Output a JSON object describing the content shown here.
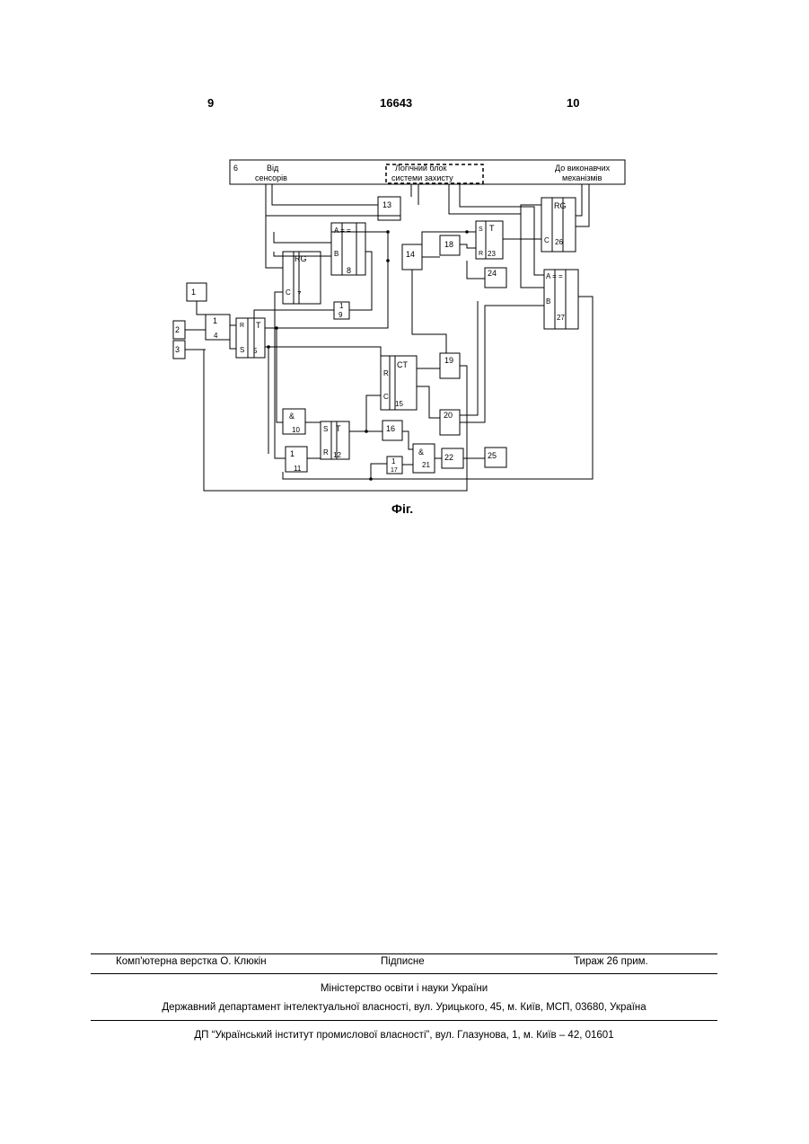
{
  "header": {
    "left_page": "9",
    "patent_number": "16643",
    "right_page": "10"
  },
  "diagram": {
    "bus_number": "6",
    "from_sensors_line1": "Від",
    "from_sensors_line2": "сенсорів",
    "logic_unit_line1": "Логічний блок",
    "logic_unit_line2": "системи захисту",
    "to_actuators_line1": "До виконавчих",
    "to_actuators_line2": "механізмів",
    "inputs": {
      "in1": "1",
      "in2": "2",
      "in3": "3"
    },
    "blocks": {
      "b4": {
        "fn": "1",
        "num": "4"
      },
      "b5": {
        "fn": "T",
        "r": "R",
        "s": "S",
        "num": "5"
      },
      "b7": {
        "fn": "RG",
        "c": "C",
        "num": "7"
      },
      "b8": {
        "fn": "A = =",
        "b": "B",
        "num": "8"
      },
      "b9": {
        "fn": "1",
        "num": "9"
      },
      "b10": {
        "fn": "&",
        "num": "10"
      },
      "b11": {
        "fn": "1",
        "num": "11"
      },
      "b12": {
        "fn": "T",
        "s": "S",
        "r": "R",
        "num": "12"
      },
      "b13": {
        "num": "13"
      },
      "b14": {
        "num": "14"
      },
      "b15": {
        "fn": "CT",
        "r": "R",
        "c": "C",
        "num": "15"
      },
      "b16": {
        "num": "16"
      },
      "b17": {
        "fn": "1",
        "num": "17"
      },
      "b18": {
        "num": "18"
      },
      "b19": {
        "num": "19"
      },
      "b20": {
        "num": "20"
      },
      "b21": {
        "fn": "&",
        "num": "21"
      },
      "b22": {
        "num": "22"
      },
      "b23": {
        "fn": "T",
        "s": "S",
        "r": "R",
        "num": "23"
      },
      "b24": {
        "num": "24"
      },
      "b25": {
        "num": "25"
      },
      "b26": {
        "fn": "RG",
        "c": "C",
        "num": "26"
      },
      "b27": {
        "fn": "A = =",
        "b": "B",
        "num": "27"
      }
    }
  },
  "figure_caption": "Фіг.",
  "footer": {
    "layout_by": "Комп'ютерна верстка О. Клюкін",
    "signed": "Підписне",
    "circulation": "Тираж 26 прим.",
    "ministry": "Міністерство освіти і науки України",
    "department": "Державний департамент інтелектуальної власності, вул. Урицького, 45, м. Київ, МСП, 03680, Україна",
    "institute": "ДП “Український інститут промислової власності”, вул. Глазунова, 1, м. Київ – 42, 01601"
  }
}
